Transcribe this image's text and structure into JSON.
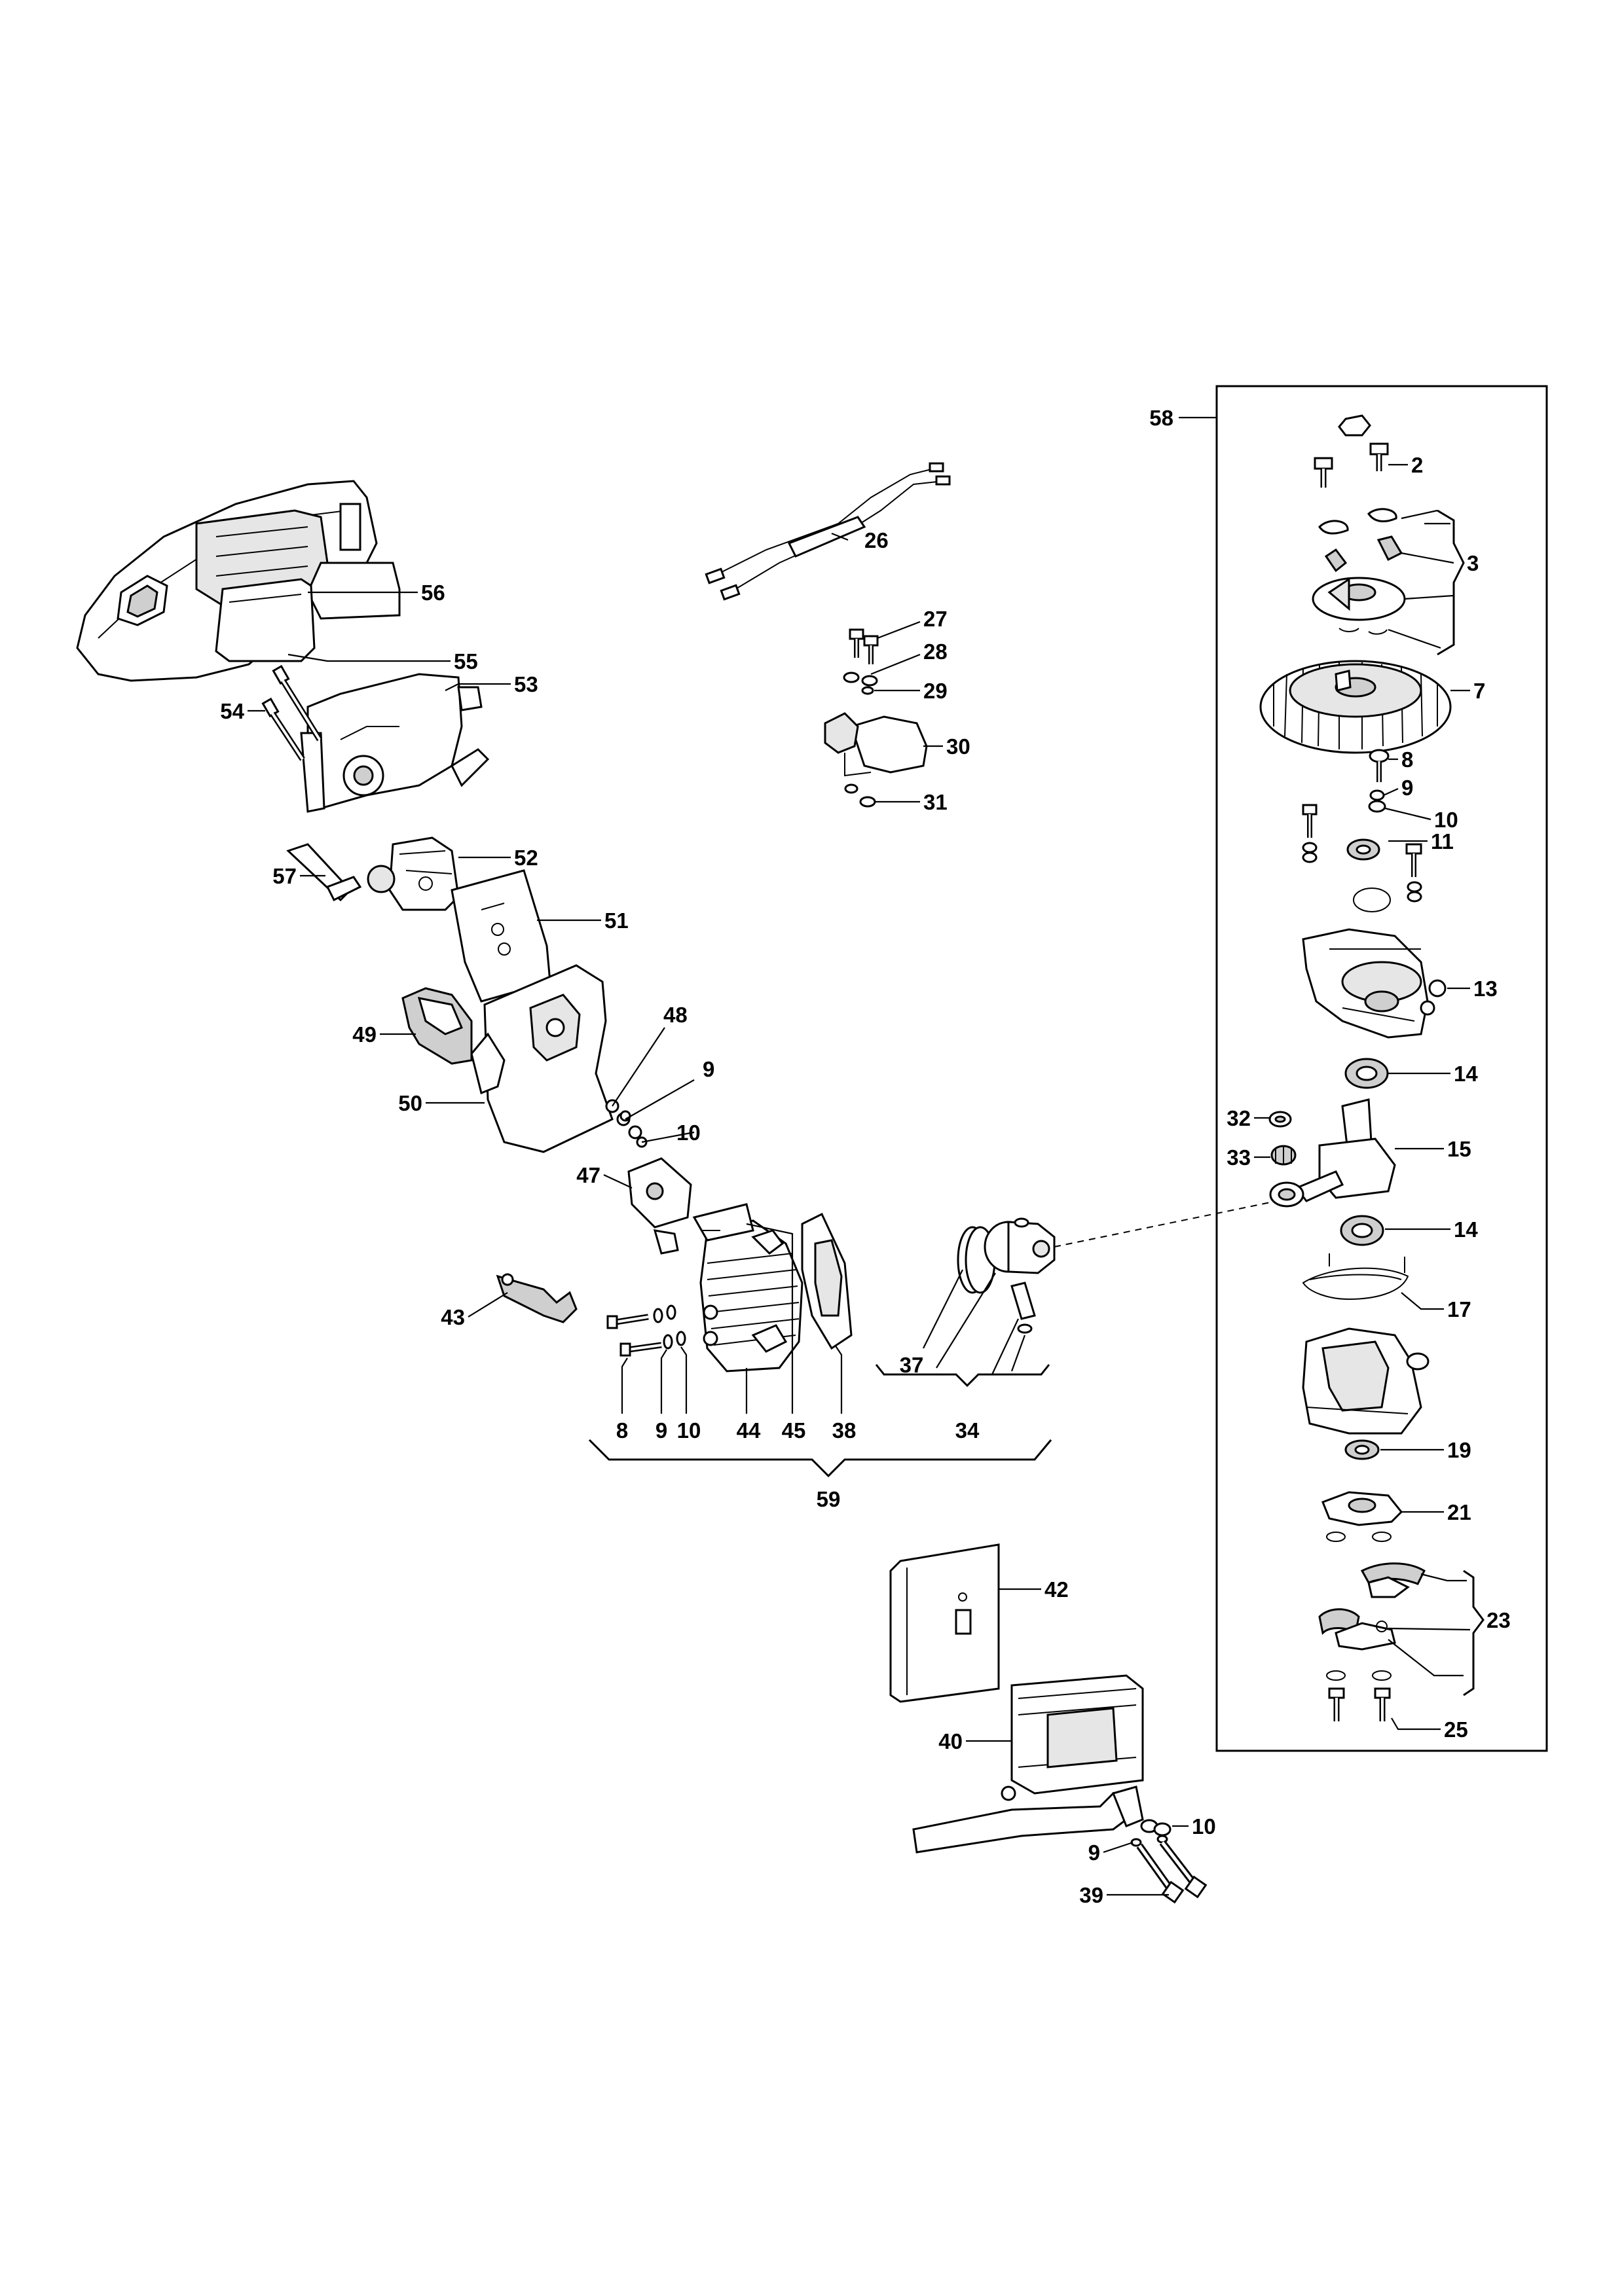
{
  "labels": {
    "l2": "2",
    "l3": "3",
    "l7": "7",
    "l8a": "8",
    "l9a": "9",
    "l10a": "10",
    "l11": "11",
    "l13": "13",
    "l14a": "14",
    "l14b": "14",
    "l15": "15",
    "l17": "17",
    "l19": "19",
    "l21": "21",
    "l23": "23",
    "l25": "25",
    "l26": "26",
    "l27": "27",
    "l28": "28",
    "l29": "29",
    "l30": "30",
    "l31": "31",
    "l32": "32",
    "l33": "33",
    "l34": "34",
    "l37": "37",
    "l38": "38",
    "l39": "39",
    "l40": "40",
    "l42": "42",
    "l43": "43",
    "l44": "44",
    "l45": "45",
    "l47": "47",
    "l48": "48",
    "l49": "49",
    "l50": "50",
    "l51": "51",
    "l52": "52",
    "l53": "53",
    "l54": "54",
    "l55": "55",
    "l56": "56",
    "l57": "57",
    "l58": "58",
    "l59": "59",
    "l8b": "8",
    "l9b": "9",
    "l10b": "10",
    "l9c": "9",
    "l10c": "10",
    "l9d": "9",
    "l10d": "10"
  }
}
